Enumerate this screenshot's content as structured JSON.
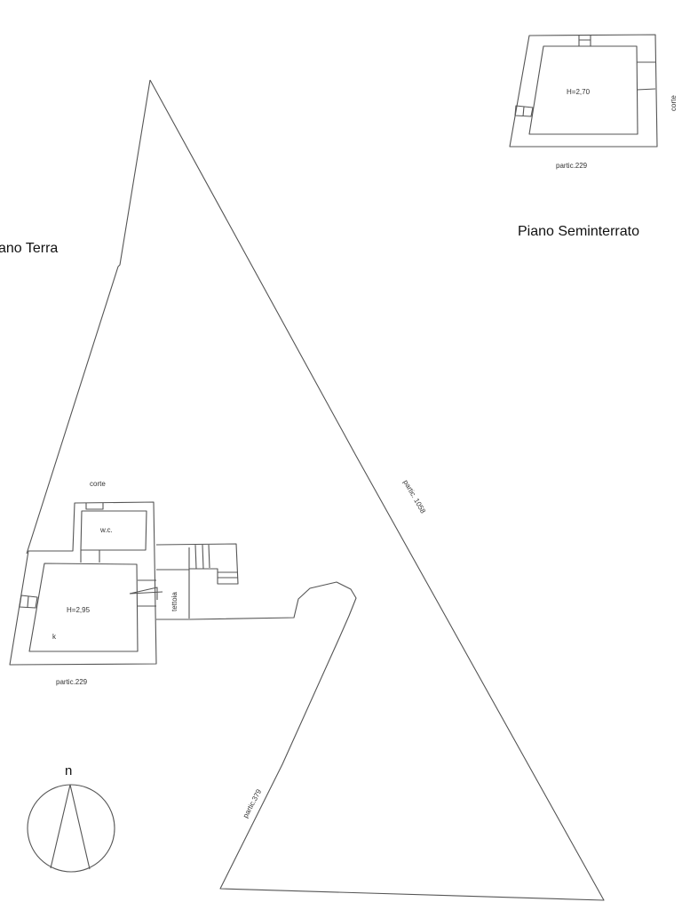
{
  "drawing": {
    "ground_floor": {
      "title": "ano Terra",
      "court_label": "corte",
      "wc_label": "w.c.",
      "height_label": "H=2,95",
      "k_label": "k",
      "canopy_label": "tettoia",
      "parcel_label": "partic.229"
    },
    "basement": {
      "title": "Piano Seminterrato",
      "height_label": "H=2,70",
      "court_label": "corte",
      "parcel_label": "partic.229"
    },
    "parcels": {
      "p1058": "partic. 1058",
      "p379": "partic.379"
    },
    "compass": {
      "north_label": "n"
    },
    "colors": {
      "line": "#555555",
      "text": "#111111",
      "background": "#ffffff"
    }
  }
}
